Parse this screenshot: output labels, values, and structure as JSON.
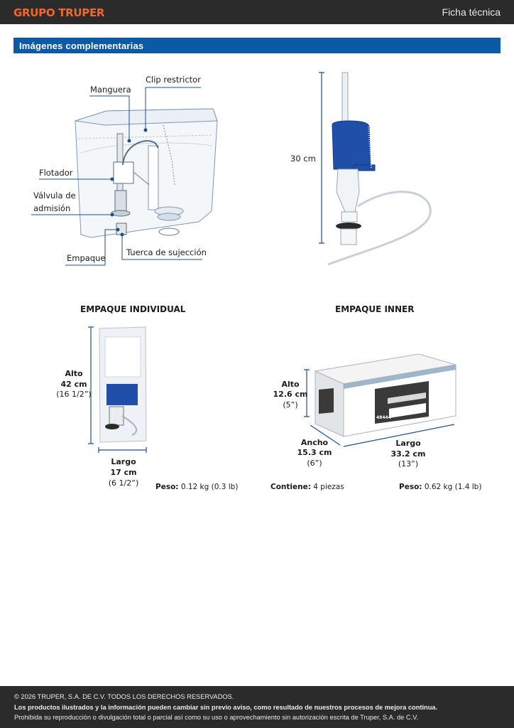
{
  "header": {
    "brand": "GRUPO TRUPER",
    "doc_type": "Ficha técnica"
  },
  "section": {
    "title": "Imágenes complementarias"
  },
  "diagram": {
    "labels": {
      "manguera": "Manguera",
      "clip": "Clip restrictor",
      "flotador": "Flotador",
      "valvula_1": "Válvula de",
      "valvula_2": "admisión",
      "empaque": "Empaque",
      "tuerca": "Tuerca de sujección"
    },
    "height_label": "30 cm"
  },
  "individual": {
    "heading": "EMPAQUE INDIVIDUAL",
    "alto": {
      "label": "Alto",
      "metric": "42 cm",
      "imperial": "(16 1/2”)"
    },
    "largo": {
      "label": "Largo",
      "metric": "17 cm",
      "imperial": "(6 1/2”)"
    },
    "peso": {
      "label": "Peso:",
      "value": "0.12 kg (0.3 lb)"
    }
  },
  "inner": {
    "heading": "EMPAQUE INNER",
    "alto": {
      "label": "Alto",
      "metric": "12.6 cm",
      "imperial": "(5”)"
    },
    "ancho": {
      "label": "Ancho",
      "metric": "15.3 cm",
      "imperial": "(6”)"
    },
    "largo": {
      "label": "Largo",
      "metric": "33.2 cm",
      "imperial": "(13”)"
    },
    "contiene": {
      "label": "Contiene:",
      "value": "4 piezas"
    },
    "peso": {
      "label": "Peso:",
      "value": "0.62 kg (1.4 lb)"
    },
    "box_code": "48444"
  },
  "footer": {
    "copyright": "© 2026 TRUPER, S.A. DE C.V. TODOS LOS DERECHOS RESERVADOS.",
    "notice": "Los productos ilustrados y la información pueden cambiar sin previo aviso, como resultado de nuestros procesos de mejora continua.",
    "legal": "Prohibida su reproducción o divulgación total o parcial así como su uso o aprovechamiento sin autorización escrita de Truper, S.A. de C.V."
  },
  "colors": {
    "accent_blue": "#0a5aa8",
    "brand_orange": "#f2662a",
    "dark_bar": "#2b2b2b",
    "part_blue": "#1f4fa8"
  }
}
